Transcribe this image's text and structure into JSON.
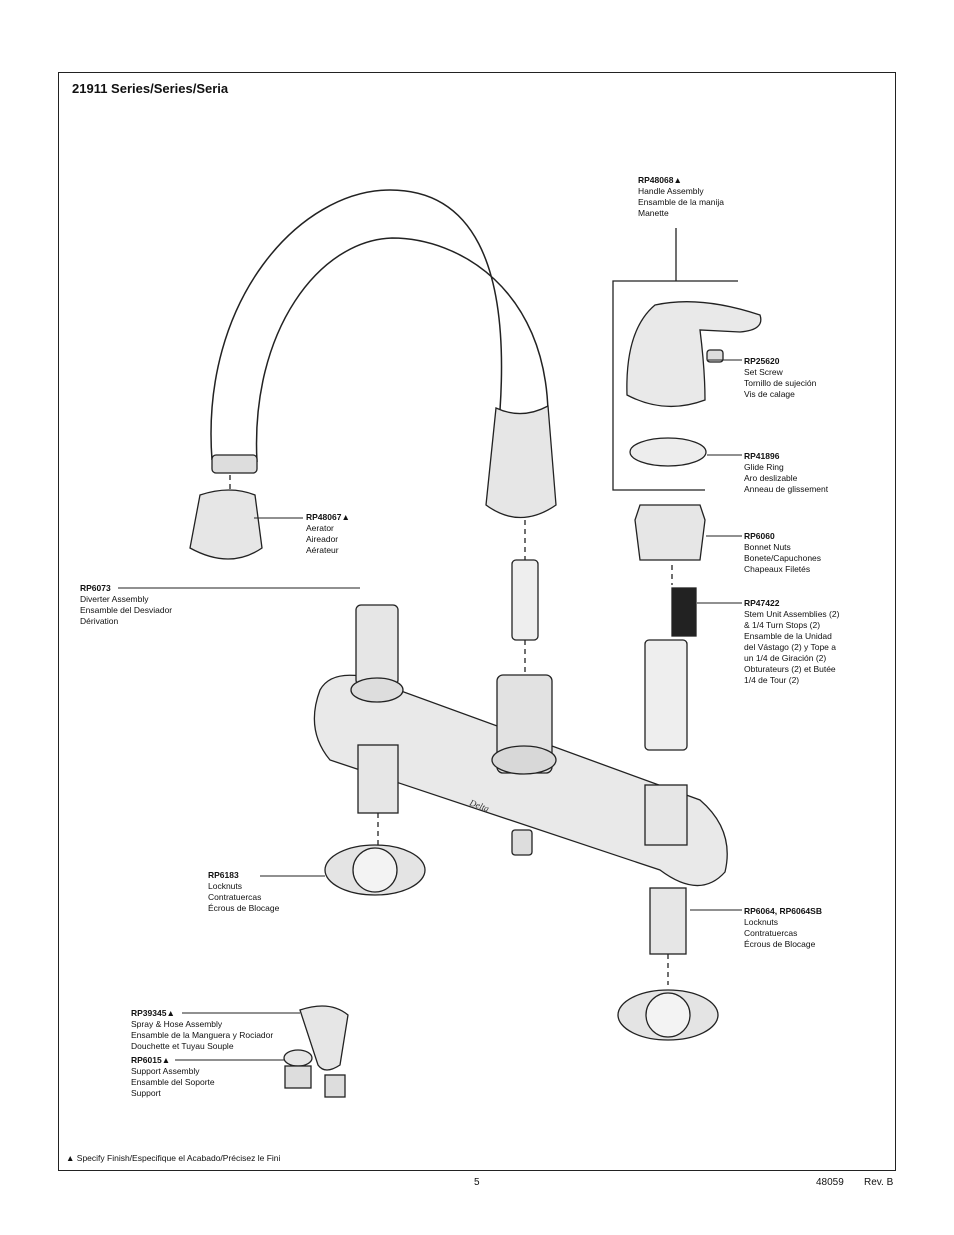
{
  "header": {
    "title": "21911 Series/Series/Seria"
  },
  "parts": [
    {
      "id": "RP48068▲",
      "lines": [
        "Handle Assembly",
        "Ensamble de la manija",
        "Manette"
      ]
    },
    {
      "id": "RP25620",
      "lines": [
        "Set Screw",
        "Tornillo de sujeción",
        "Vis de calage"
      ]
    },
    {
      "id": "RP41896",
      "lines": [
        "Glide Ring",
        "Aro deslizable",
        "Anneau de glissement"
      ]
    },
    {
      "id": "RP6060",
      "lines": [
        "Bonnet Nuts",
        "Bonete/Capuchones",
        "Chapeaux Filetés"
      ]
    },
    {
      "id": "RP47422",
      "lines": [
        "Stem Unit Assemblies (2)",
        "& 1/4 Turn Stops (2)",
        "Ensamble de la Unidad",
        "del Vástago (2) y Tope a",
        "un 1/4 de Giración (2)",
        "Obturateurs (2) et Butée",
        "1/4 de Tour (2)"
      ]
    },
    {
      "id": "RP48067▲",
      "lines": [
        "Aerator",
        "Aireador",
        "Aérateur"
      ]
    },
    {
      "id": "RP6073",
      "lines": [
        "Diverter Assembly",
        "Ensamble del Desviador",
        "Dérivation"
      ]
    },
    {
      "id": "RP6183",
      "lines": [
        "Locknuts",
        "Contratuercas",
        "Écrous de Blocage"
      ]
    },
    {
      "id": "RP6064, RP6064SB",
      "lines": [
        "Locknuts",
        "Contratuercas",
        "Écrous de Blocage"
      ]
    },
    {
      "id": "RP39345▲",
      "lines": [
        "Spray & Hose Assembly",
        "Ensamble de la Manguera y Rociador",
        "Douchette et Tuyau Souple"
      ]
    },
    {
      "id": "RP6015▲",
      "lines": [
        "Support Assembly",
        "Ensamble del Soporte",
        "Support"
      ]
    }
  ],
  "brand_mark": "Delta",
  "footer": {
    "note": "▲ Specify Finish/Especifique el Acabado/Précisez le Fini",
    "page": "5",
    "doc_number": "48059",
    "revision": "Rev. B"
  }
}
